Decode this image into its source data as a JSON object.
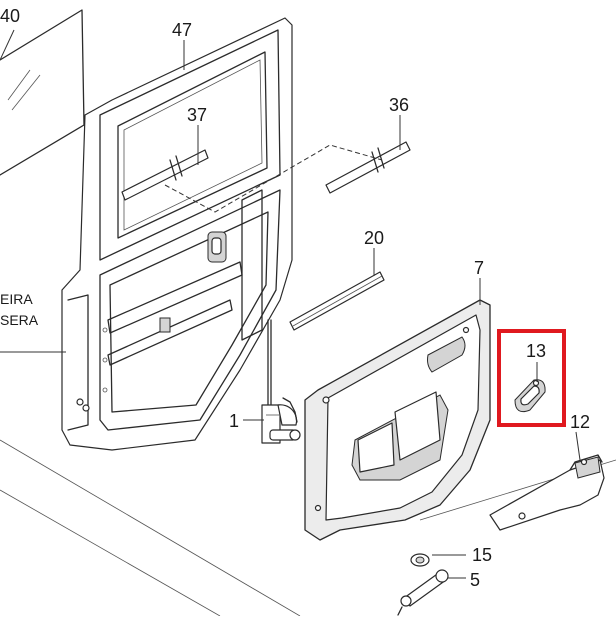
{
  "callouts": {
    "c40": "40",
    "c47": "47",
    "c37": "37",
    "c36": "36",
    "c20": "20",
    "c7": "7",
    "c13": "13",
    "c12": "12",
    "c1": "1",
    "c15": "15",
    "c5": "5"
  },
  "side_label": {
    "line1": "EIRA",
    "line2": "SERA"
  },
  "highlight": {
    "color": "#e0191f",
    "part": "13"
  }
}
